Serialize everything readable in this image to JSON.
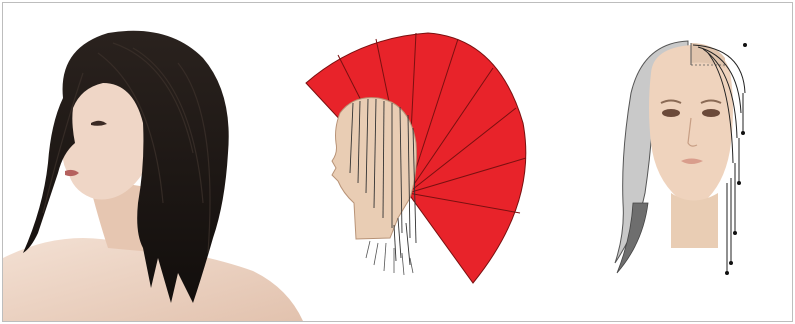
{
  "colors": {
    "section_red": "#e8232a",
    "section_line": "#7a1010",
    "skin": "#e9cdb4",
    "skin_shadow": "#d9b497",
    "hair_dark": "#1c1714",
    "hair_guide_gray": "#c9c9c9",
    "hair_guide_dark": "#6e6e6e",
    "frame_border": "#bdbdbd"
  },
  "icons": {
    "photo": "woman-layered-haircut-photo",
    "sections": "radial-section-head-diagram",
    "front": "front-face-elevation-diagram"
  }
}
